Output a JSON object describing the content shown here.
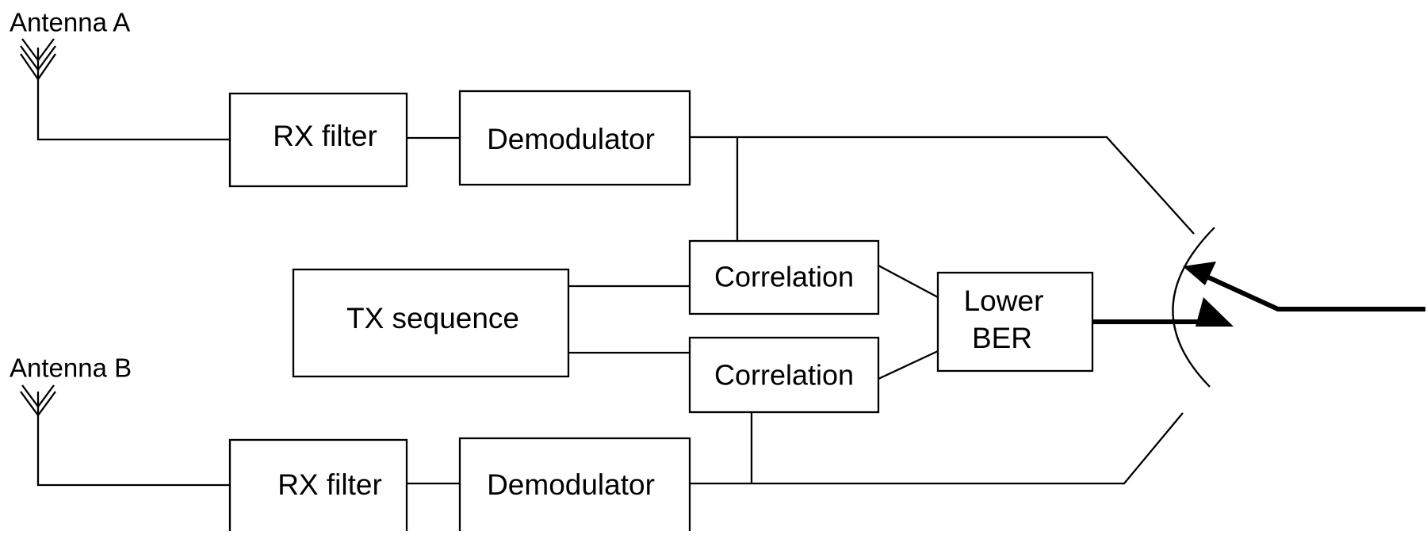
{
  "antenna_a": {
    "label": "Antenna A"
  },
  "antenna_b": {
    "label": "Antenna B"
  },
  "rx_filter_a": {
    "label": "RX filter"
  },
  "rx_filter_b": {
    "label": "RX filter"
  },
  "demodulator_a": {
    "label": "Demodulator"
  },
  "demodulator_b": {
    "label": "Demodulator"
  },
  "tx_sequence": {
    "label": "TX sequence"
  },
  "correlation_a": {
    "label": "Correlation"
  },
  "correlation_b": {
    "label": "Correlation"
  },
  "lower_ber": {
    "line1": "Lower",
    "line2": "BER"
  },
  "colors": {
    "stroke": "#000000",
    "background": "#ffffff"
  }
}
